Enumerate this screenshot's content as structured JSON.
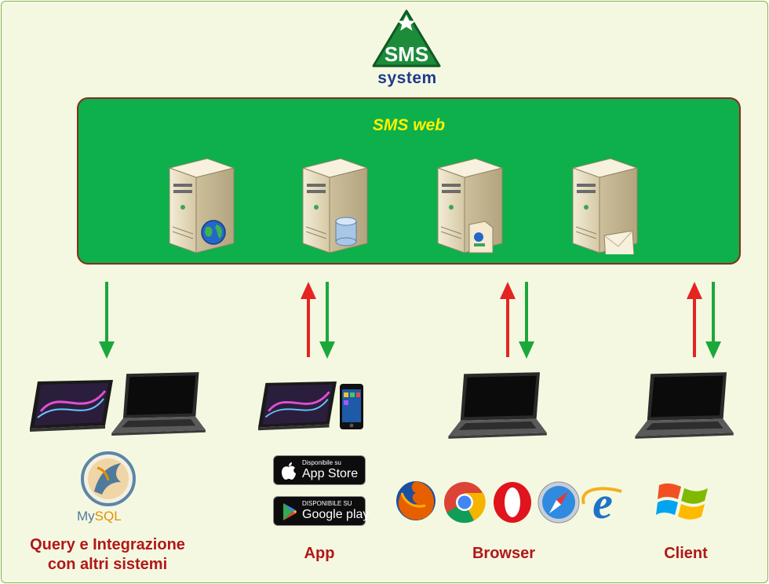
{
  "logo": {
    "mark": "SMS",
    "subtitle": "system"
  },
  "web_box": {
    "title": "SMS web"
  },
  "servers": [
    {
      "badge": "globe-icon"
    },
    {
      "badge": "database-icon"
    },
    {
      "badge": "document-icon"
    },
    {
      "badge": "envelope-icon"
    }
  ],
  "arrows": {
    "up_color": "#e52421",
    "down_color": "#1aa83b"
  },
  "columns": [
    {
      "label_line1": "Query e Integrazione",
      "label_line2": "con altri sistemi"
    },
    {
      "label_line1": "App"
    },
    {
      "label_line1": "Browser"
    },
    {
      "label_line1": "Client"
    }
  ],
  "mysql": {
    "text_main": "My",
    "text_sub": "SQL"
  },
  "badges": {
    "appstore": {
      "small": "Disponibile su",
      "big": "App Store"
    },
    "googleplay": {
      "small": "DISPONIBILE SU",
      "big": "Google play"
    }
  },
  "browser_icons": [
    "firefox-icon",
    "chrome-icon",
    "opera-icon",
    "safari-icon",
    "internet-explorer-icon"
  ],
  "colors": {
    "accent_green": "#0db04b",
    "title_yellow": "#fff200",
    "label_red": "#b01818"
  }
}
